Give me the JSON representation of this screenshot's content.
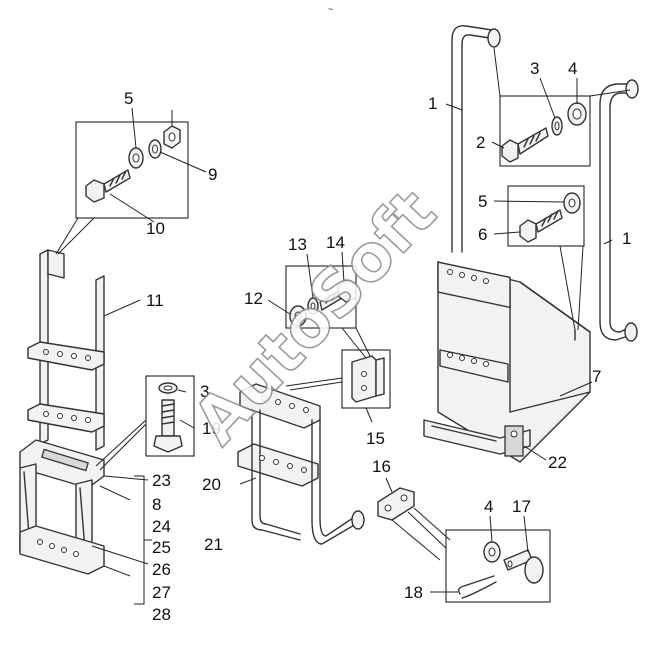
{
  "callouts": {
    "c1a": "1",
    "c1b": "1",
    "c2": "2",
    "c3a": "3",
    "c4a": "4",
    "c5a": "5",
    "c6": "6",
    "c7": "7",
    "c5b": "5",
    "c9": "9",
    "c10": "10",
    "c11": "11",
    "c13": "13",
    "c14": "14",
    "c12": "12",
    "c15": "15",
    "c3b": "3",
    "c19": "19",
    "c20": "20",
    "c23": "23",
    "c8": "8",
    "c24": "24",
    "c25": "25",
    "c21": "21",
    "c26": "26",
    "c27": "27",
    "c28": "28",
    "c16": "16",
    "c4b": "4",
    "c17": "17",
    "c18": "18",
    "c22": "22"
  },
  "watermark": "AutoSoft"
}
